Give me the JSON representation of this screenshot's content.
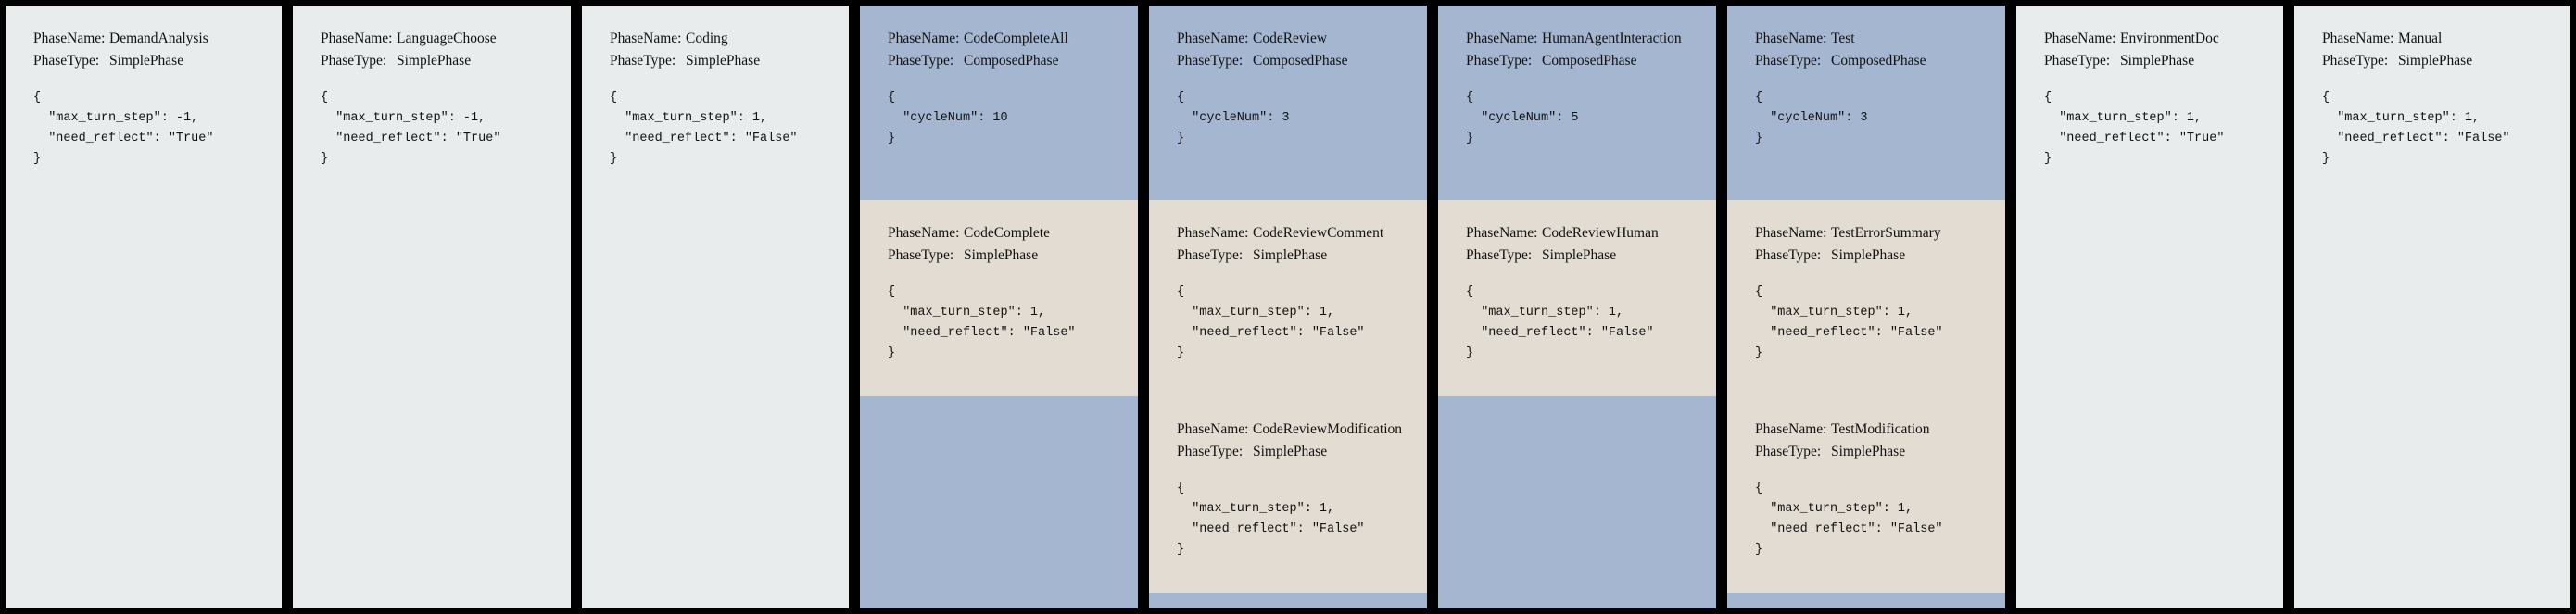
{
  "labels": {
    "phase_name_key": "PhaseName:",
    "phase_type_key": "PhaseType:"
  },
  "colors": {
    "background": "#000000",
    "simple_phase_bg": "#e8ecec",
    "composed_phase_bg": "#a4b6d0",
    "sub_phase_bg": "#e3dcd2",
    "text": "#111111"
  },
  "phases": [
    {
      "name": "DemandAnalysis",
      "type": "SimplePhase",
      "config": "{\n  \"max_turn_step\": -1,\n  \"need_reflect\": \"True\"\n}",
      "subphases": []
    },
    {
      "name": "LanguageChoose",
      "type": "SimplePhase",
      "config": "{\n  \"max_turn_step\": -1,\n  \"need_reflect\": \"True\"\n}",
      "subphases": []
    },
    {
      "name": "Coding",
      "type": "SimplePhase",
      "config": "{\n  \"max_turn_step\": 1,\n  \"need_reflect\": \"False\"\n}",
      "subphases": []
    },
    {
      "name": "CodeCompleteAll",
      "type": "ComposedPhase",
      "config": "{\n  \"cycleNum\": 10\n}",
      "subphases": [
        {
          "name": "CodeComplete",
          "type": "SimplePhase",
          "config": "{\n  \"max_turn_step\": 1,\n  \"need_reflect\": \"False\"\n}"
        }
      ]
    },
    {
      "name": "CodeReview",
      "type": "ComposedPhase",
      "config": "{\n  \"cycleNum\": 3\n}",
      "subphases": [
        {
          "name": "CodeReviewComment",
          "type": "SimplePhase",
          "config": "{\n  \"max_turn_step\": 1,\n  \"need_reflect\": \"False\"\n}"
        },
        {
          "name": "CodeReviewModification",
          "type": "SimplePhase",
          "config": "{\n  \"max_turn_step\": 1,\n  \"need_reflect\": \"False\"\n}"
        }
      ]
    },
    {
      "name": "HumanAgentInteraction",
      "type": "ComposedPhase",
      "config": "{\n  \"cycleNum\": 5\n}",
      "subphases": [
        {
          "name": "CodeReviewHuman",
          "type": "SimplePhase",
          "config": "{\n  \"max_turn_step\": 1,\n  \"need_reflect\": \"False\"\n}"
        }
      ]
    },
    {
      "name": "Test",
      "type": "ComposedPhase",
      "config": "{\n  \"cycleNum\": 3\n}",
      "subphases": [
        {
          "name": "TestErrorSummary",
          "type": "SimplePhase",
          "config": "{\n  \"max_turn_step\": 1,\n  \"need_reflect\": \"False\"\n}"
        },
        {
          "name": "TestModification",
          "type": "SimplePhase",
          "config": "{\n  \"max_turn_step\": 1,\n  \"need_reflect\": \"False\"\n}"
        }
      ]
    },
    {
      "name": "EnvironmentDoc",
      "type": "SimplePhase",
      "config": "{\n  \"max_turn_step\": 1,\n  \"need_reflect\": \"True\"\n}",
      "subphases": []
    },
    {
      "name": "Manual",
      "type": "SimplePhase",
      "config": "{\n  \"max_turn_step\": 1,\n  \"need_reflect\": \"False\"\n}",
      "subphases": []
    }
  ]
}
